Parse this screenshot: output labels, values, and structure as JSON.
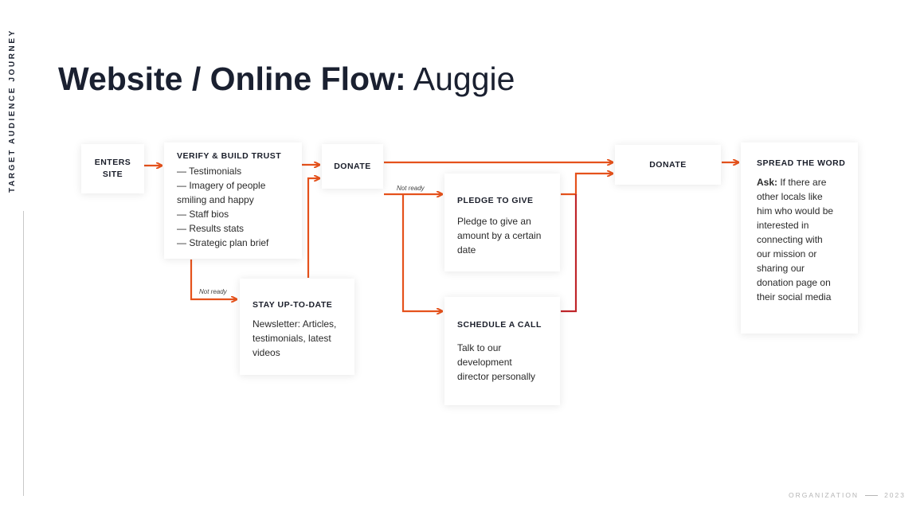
{
  "side_label": "TARGET AUDIENCE JOURNEY",
  "title": {
    "bold": "Website / Online Flow:",
    "light": "Auggie"
  },
  "nodes": {
    "enters_site": {
      "lines": [
        "ENTERS",
        "SITE"
      ]
    },
    "verify": {
      "heading": "VERIFY & BUILD TRUST",
      "items": [
        "— Testimonials",
        "— Imagery of people",
        "smiling and happy",
        "— Staff bios",
        "— Results stats",
        "— Strategic plan brief"
      ]
    },
    "donate_1": {
      "label": "DONATE"
    },
    "stay": {
      "heading": "STAY UP-TO-DATE",
      "lines": [
        "Newsletter: Articles,",
        "testimonials, latest",
        "videos"
      ]
    },
    "pledge": {
      "heading": "PLEDGE TO GIVE",
      "lines": [
        "Pledge to give an",
        "amount by a certain",
        "date"
      ]
    },
    "schedule": {
      "heading": "SCHEDULE A CALL",
      "lines": [
        "Talk to our",
        "development",
        "director personally"
      ]
    },
    "donate_2": {
      "label": "DONATE"
    },
    "spread": {
      "heading": "SPREAD THE WORD",
      "ask_label": "Ask:",
      "lines": [
        " If there are",
        "other locals like",
        "him who would be",
        "interested in",
        "connecting with",
        "our mission or",
        "sharing our",
        "donation page on",
        "their social media"
      ]
    }
  },
  "notes": {
    "not_ready_1": "Not ready",
    "not_ready_2": "Not ready"
  },
  "footer": {
    "org": "ORGANIZATION",
    "year": "2023"
  },
  "colors": {
    "arrow": "#e5521c",
    "arrow_dark": "#c0262a",
    "title": "#1a2030"
  }
}
